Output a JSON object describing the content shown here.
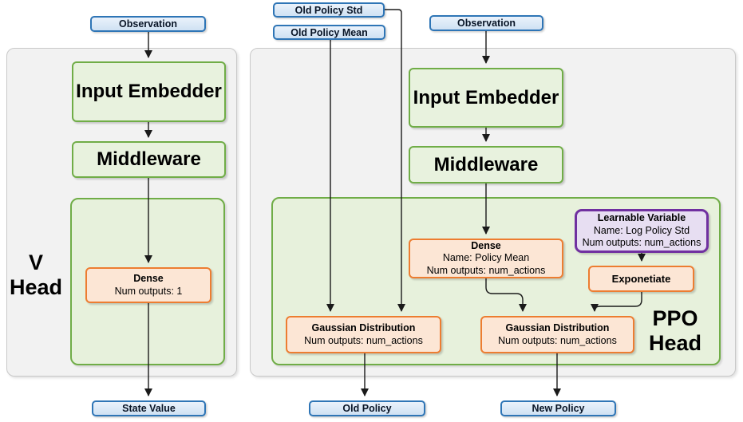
{
  "diagram": {
    "v_head": {
      "panel_label": {
        "line1": "V",
        "line2": "Head"
      },
      "observation": "Observation",
      "input_embedder": "Input Embedder",
      "middleware": "Middleware",
      "dense": {
        "title": "Dense",
        "num_outputs": "Num outputs: 1"
      },
      "output": "State Value"
    },
    "ppo_head": {
      "panel_label": {
        "line1": "PPO",
        "line2": "Head"
      },
      "inputs": {
        "old_policy_std": "Old Policy Std",
        "old_policy_mean": "Old Policy Mean",
        "observation": "Observation"
      },
      "input_embedder": "Input Embedder",
      "middleware": "Middleware",
      "dense": {
        "title": "Dense",
        "name": "Name: Policy Mean",
        "num_outputs": "Num outputs: num_actions"
      },
      "learnable_variable": {
        "title": "Learnable Variable",
        "name": "Name: Log Policy Std",
        "num_outputs": "Num outputs: num_actions"
      },
      "exponetiate": "Exponetiate",
      "old_gaussian": {
        "title": "Gaussian Distribution",
        "num_outputs": "Num outputs: num_actions"
      },
      "new_gaussian": {
        "title": "Gaussian Distribution",
        "num_outputs": "Num outputs: num_actions"
      },
      "outputs": {
        "old_policy": "Old Policy",
        "new_policy": "New Policy"
      }
    },
    "colors": {
      "io_badge_border": "#2e75b6",
      "io_badge_fill": "#dbe9f7",
      "block_green_border": "#70ad47",
      "block_green_fill": "#e8f2de",
      "layer_orange_border": "#ed7d31",
      "layer_orange_fill": "#fce6d5",
      "variable_purple_border": "#7030a0",
      "variable_purple_fill": "#e7def2",
      "panel_fill": "#f2f2f2",
      "panel_border": "#c9c9c9",
      "wire": "#1a1a1a"
    }
  }
}
